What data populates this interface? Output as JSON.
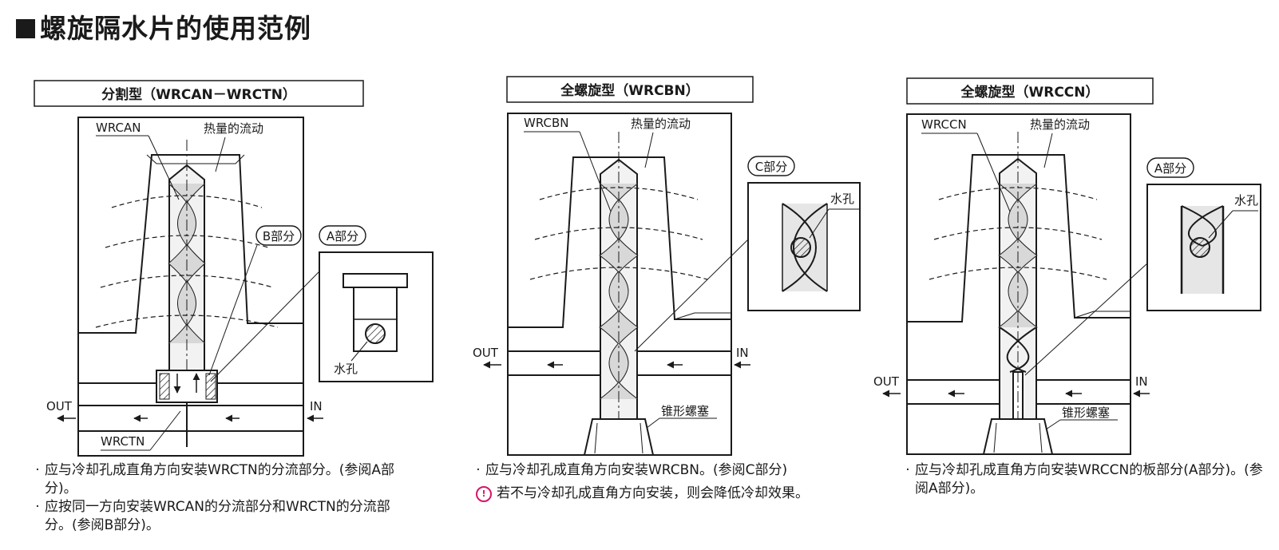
{
  "title": "螺旋隔水片的使用范例",
  "panels": [
    {
      "header": "分割型（WRCAN－WRCTN）",
      "labels": {
        "part1": "WRCAN",
        "flow": "热量的流动",
        "part2": "WRCTN",
        "callout_b": "B部分",
        "callout_a": "A部分",
        "out": "OUT",
        "in": "IN",
        "water_hole": "水孔"
      },
      "notes": [
        "应与冷却孔成直角方向安装WRCTN的分流部分。(参阅A部分)。",
        "应按同一方向安装WRCAN的分流部分和WRCTN的分流部分。(参阅B部分)。"
      ]
    },
    {
      "header": "全螺旋型（WRCBN）",
      "labels": {
        "part1": "WRCBN",
        "flow": "热量的流动",
        "callout_c": "C部分",
        "out": "OUT",
        "in": "IN",
        "water_hole": "水孔",
        "plug": "锥形螺塞"
      },
      "notes": [
        "应与冷却孔成直角方向安装WRCBN。(参阅C部分)"
      ],
      "caution": "若不与冷却孔成直角方向安装，则会降低冷却效果。"
    },
    {
      "header": "全螺旋型（WRCCN）",
      "labels": {
        "part1": "WRCCN",
        "flow": "热量的流动",
        "callout_a": "A部分",
        "out": "OUT",
        "in": "IN",
        "water_hole": "水孔",
        "plug": "锥形螺塞"
      },
      "notes": [
        "应与冷却孔成直角方向安装WRCCN的板部分(A部分)。(参阅A部分)。"
      ]
    }
  ],
  "icons": {
    "caution": "caution-icon",
    "bullet": "bullet-dot"
  }
}
